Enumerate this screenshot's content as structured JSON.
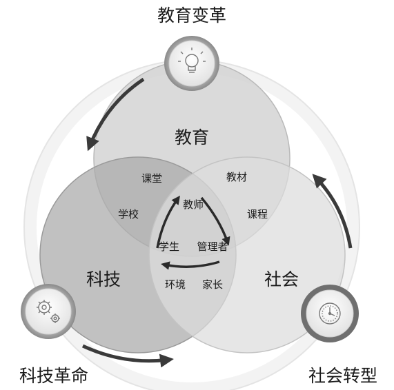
{
  "drivers": {
    "top": "教育变革",
    "left": "科技革命",
    "right": "社会转型"
  },
  "domains": {
    "education": "教育",
    "technology": "科技",
    "society": "社会"
  },
  "overlaps": {
    "edu_tech": "课堂",
    "edu_tech_2": "学校",
    "edu_soc": "教材",
    "edu_soc_2": "课程",
    "tech_soc": "环境",
    "tech_soc_2": "家长"
  },
  "center": {
    "top": "教师",
    "left": "学生",
    "right": "管理者"
  },
  "icons": {
    "top": "lightbulb-icon",
    "left": "gears-icon",
    "right": "clock-icon"
  },
  "colors": {
    "education_circle": "#c9c9c9",
    "technology_circle": "#a8a8a8",
    "society_circle": "#d6d6d6",
    "arrow": "#3a3a3a",
    "text": "#1a1a1a"
  }
}
